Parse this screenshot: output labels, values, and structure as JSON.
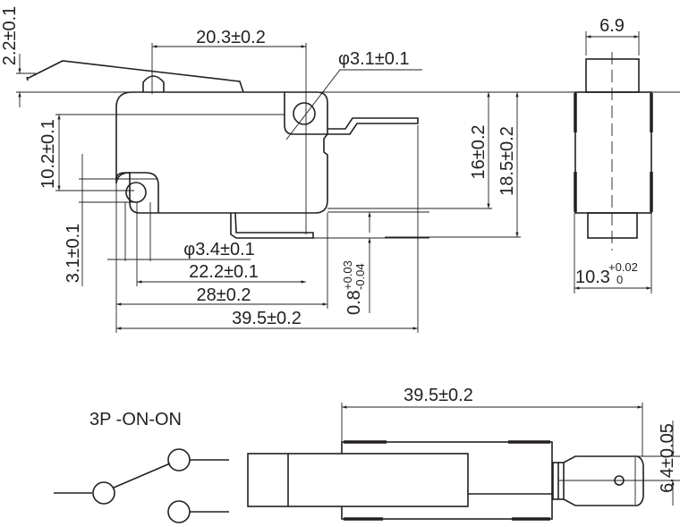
{
  "drawing": {
    "front_view": {
      "lever_height": "2.2±0.1",
      "plunger_to_hole": "20.3±0.2",
      "upper_hole_diameter": "φ3.1±0.1",
      "hole_spacing_vertical": "10.2±0.1",
      "lower_hole_offset": "3.1±0.1",
      "lower_hole_diameter": "φ3.4±0.1",
      "hole_spacing_horizontal": "22.2±0.1",
      "body_length": "28±0.2",
      "overall_length": "39.5±0.2",
      "terminal_thickness": "0.8",
      "terminal_thickness_tol_plus": "+0.03",
      "terminal_thickness_tol_minus": "-0.04",
      "body_height": "16±0.2",
      "overall_height": "18.5±0.2"
    },
    "side_view": {
      "top_width": "6.9",
      "body_width": "10.3",
      "body_width_tol_plus": "+0.02",
      "body_width_tol_minus": "0"
    },
    "schematic": {
      "label": "3P -ON-ON"
    },
    "bottom_view": {
      "overall_length": "39.5±0.2",
      "terminal_width": "6.4±0.05"
    }
  }
}
